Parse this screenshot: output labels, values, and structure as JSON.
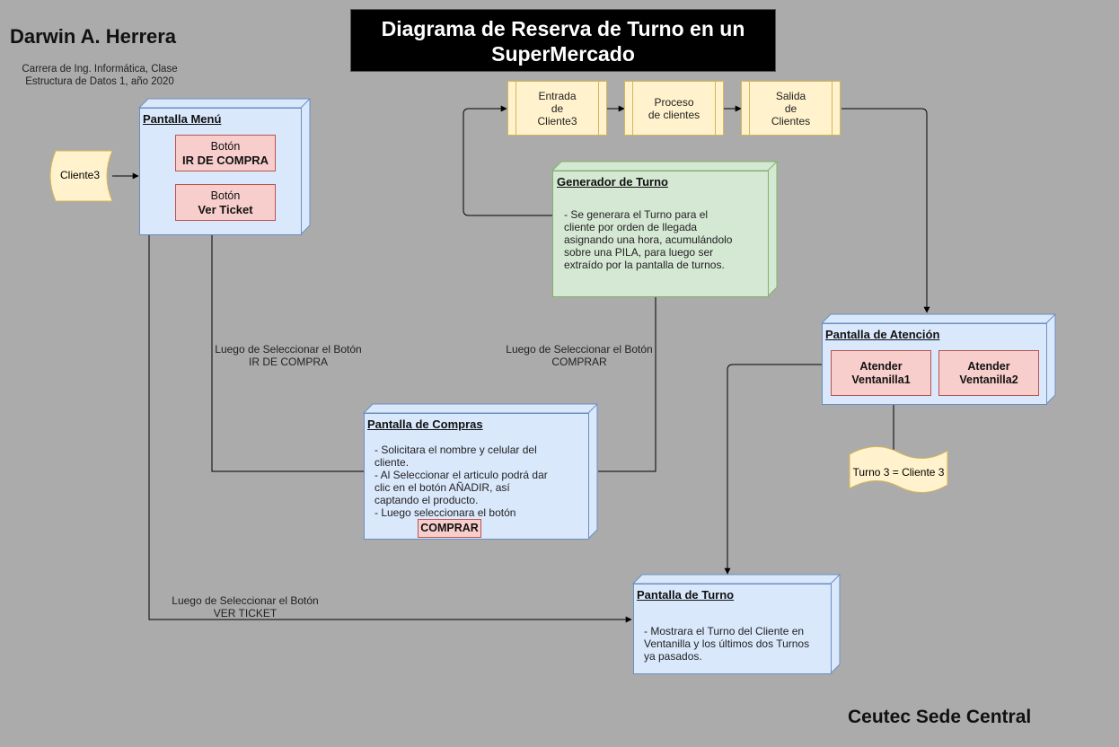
{
  "header": {
    "title_line1": "Diagrama de Reserva de Turno en un",
    "title_line2": "SuperMercado",
    "author": "Darwin A. Herrera",
    "career_line1": "Carrera de Ing. Informática, Clase",
    "career_line2": "Estructura de Datos 1, año 2020",
    "footer": "Ceutec Sede Central"
  },
  "nodes": {
    "cliente_input": "Cliente3",
    "menu": {
      "title": "Pantalla Menú",
      "btn1_top": "Botón",
      "btn1_bottom": "IR DE COMPRA",
      "btn2_top": "Botón",
      "btn2_bottom": "Ver Ticket"
    },
    "flow": {
      "entrada_l1": "Entrada",
      "entrada_l2": "de",
      "entrada_l3": "Cliente3",
      "proceso_l1": "Proceso",
      "proceso_l2": "de clientes",
      "salida_l1": "Salida",
      "salida_l2": "de",
      "salida_l3": "Clientes"
    },
    "generador": {
      "title": "Generador de Turno",
      "l1": "- Se generara el Turno para el",
      "l2": "cliente por orden de llegada",
      "l3": "asignando una hora, acumulándolo",
      "l4": "sobre una PILA, para luego ser",
      "l5": "extraído por la pantalla de turnos."
    },
    "compras": {
      "title": "Pantalla de Compras",
      "l1": "- Solicitara el nombre y celular del",
      "l2": "cliente.",
      "l3": "- Al Seleccionar el articulo podrá dar",
      "l4": "clic en el botón AÑADIR, así",
      "l5": "captando el producto.",
      "l6": "- Luego seleccionara el botón",
      "btn": "COMPRAR"
    },
    "atencion": {
      "title": "Pantalla de Atención",
      "v1_l1": "Atender",
      "v1_l2": "Ventanilla1",
      "v2_l1": "Atender",
      "v2_l2": "Ventanilla2"
    },
    "turno_doc": "Turno 3 = Cliente 3",
    "turno": {
      "title": "Pantalla de Turno",
      "l1": "- Mostrara el Turno del Cliente en",
      "l2": "Ventanilla y los últimos dos Turnos",
      "l3": "ya pasados."
    }
  },
  "edges": {
    "ir_compra_l1": "Luego de Seleccionar el Botón",
    "ir_compra_l2": "IR DE COMPRA",
    "comprar_l1": "Luego de Seleccionar el Botón",
    "comprar_l2": "COMPRAR",
    "ticket_l1": "Luego de Seleccionar el Botón",
    "ticket_l2": "VER TICKET"
  },
  "colors": {
    "background": "#ababab",
    "blue_fill": "#dae8fc",
    "blue_stroke": "#6c8ebf",
    "green_fill": "#d5e8d4",
    "green_stroke": "#82b366",
    "red_fill": "#f8cecc",
    "red_stroke": "#b85450",
    "yellow_fill": "#fff2cc",
    "yellow_stroke": "#d6b656"
  }
}
